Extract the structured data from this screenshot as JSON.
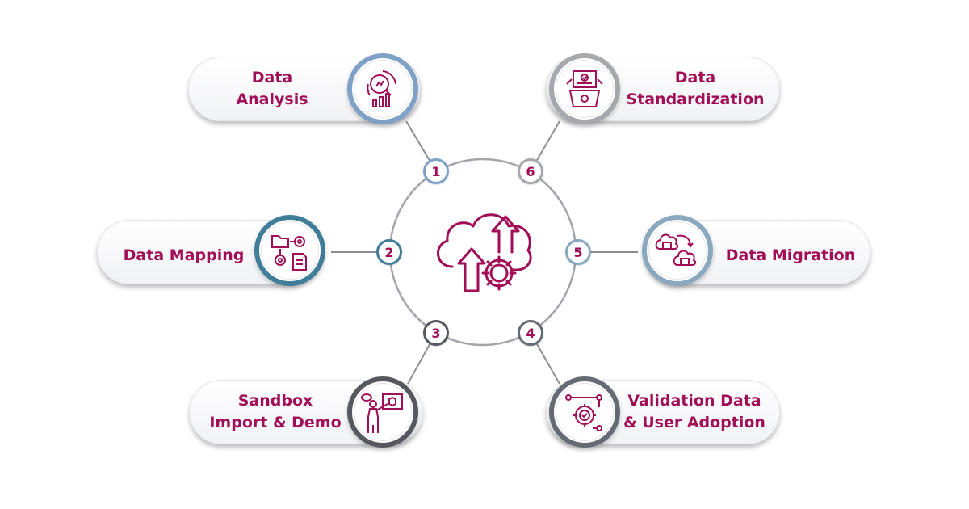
{
  "steps": [
    {
      "number": "1",
      "lines": [
        "Data",
        "Analysis"
      ],
      "icon": "analysis-magnifier-icon",
      "accent": "#7fa1c7"
    },
    {
      "number": "2",
      "lines": [
        "Data Mapping"
      ],
      "icon": "mapping-folder-gear-icon",
      "accent": "#3f7d98"
    },
    {
      "number": "3",
      "lines": [
        "Sandbox",
        "Import & Demo"
      ],
      "icon": "presenter-board-icon",
      "accent": "#55585f"
    },
    {
      "number": "4",
      "lines": [
        "Validation Data",
        "& User Adoption"
      ],
      "icon": "validation-gear-check-icon",
      "accent": "#666a74"
    },
    {
      "number": "5",
      "lines": [
        "Data Migration"
      ],
      "icon": "migration-cloud-arrows-icon",
      "accent": "#8aa9be"
    },
    {
      "number": "6",
      "lines": [
        "Data",
        "Standardization"
      ],
      "icon": "standardization-laptop-icon",
      "accent": "#a6a8ae"
    }
  ],
  "center": {
    "icon": "cloud-upload-gear-icon"
  },
  "colors": {
    "text": "#a10e57",
    "hub": "#a3a5ab",
    "connector": "#8d8f95"
  }
}
